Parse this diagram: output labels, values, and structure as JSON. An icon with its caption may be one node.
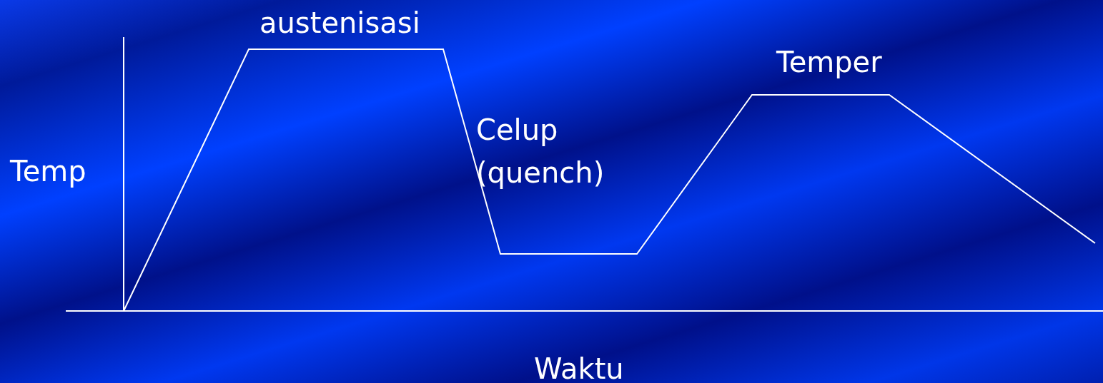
{
  "diagram": {
    "labels": [
      "austenisasi",
      "Temper",
      "Celup (quench)",
      "Temp",
      "Waktu"
    ]
  }
}
